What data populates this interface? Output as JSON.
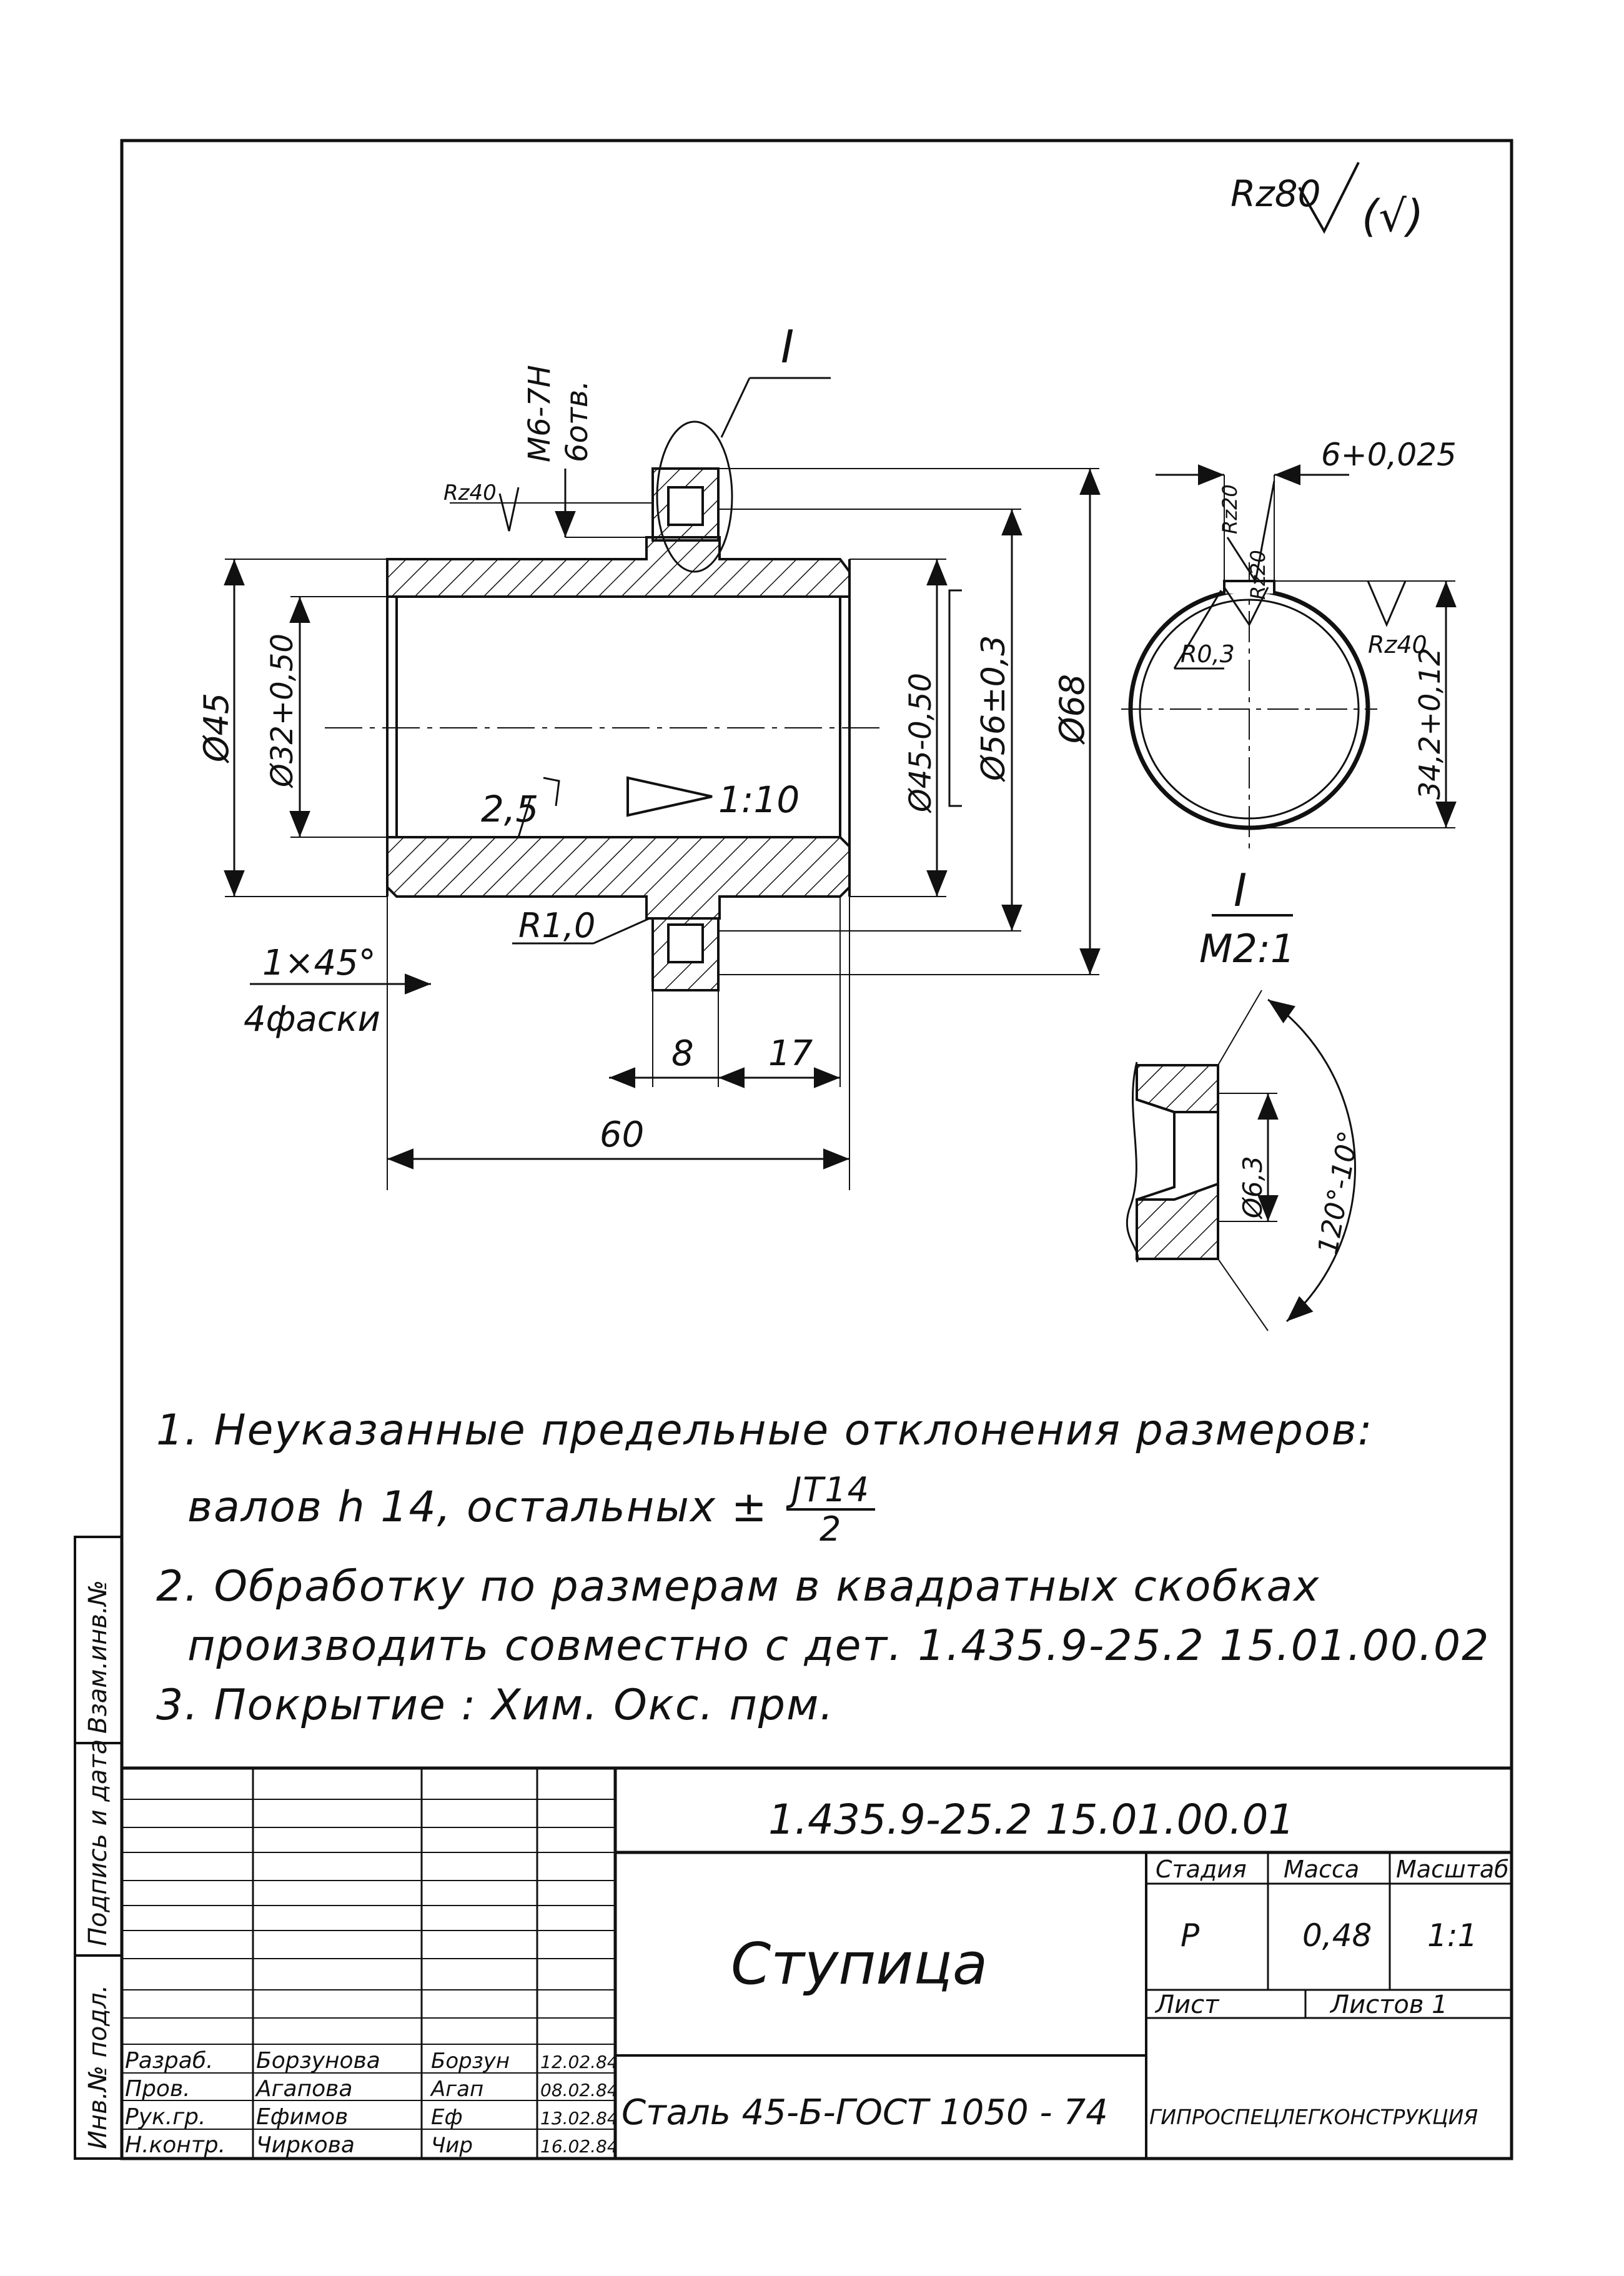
{
  "drawing": {
    "roughness_symbol": "Rz80",
    "roughness_symbol_paren": "(√)",
    "section_mark": "I",
    "detail_label": "I",
    "detail_scale": "M2:1",
    "dims": {
      "thread": "M6-7H",
      "thread_holes": "6отв.",
      "rz40_left": "Rz40",
      "d45_outer": "Ø45",
      "d32_bore": "Ø32+0,50",
      "taper_value": "2,5",
      "taper_ratio": "1:10",
      "d45_tol": "Ø45-0,50",
      "d56_bracket": "Ø56±0,3",
      "d68": "Ø68",
      "r10": "R1,0",
      "chamfer": "1×45°",
      "chamfer_count": "4фаски",
      "dim8": "8",
      "dim17": "17",
      "dim60": "60",
      "key_width": "6+0,025",
      "rz20_a": "Rz20",
      "rz20_b": "Rz20",
      "r03": "R0,3",
      "rz40_right": "Rz40",
      "key_depth": "34,2+0,12",
      "d63": "Ø6,3",
      "angle": "120°-10°"
    }
  },
  "notes": {
    "line1": "1. Неуказанные   предельные   отклонения   размеров:",
    "line2": "валов   h 14,   остальных ±",
    "it_num": "JT14",
    "it_den": "2",
    "line3": "2. Обработку   по   размерам   в   квадратных   скобках",
    "line4": "производить   совместно  с  дет.  1.435.9-25.2  15.01.00.02",
    "line5": "3. Покрытие :   Хим.  Окс.  прм."
  },
  "side": {
    "inv_orig": "Инв.№ подл.",
    "sign_date": "Подпись и дата",
    "replace_inv": "Взам.инв.№"
  },
  "title_block": {
    "doc_number": "1.435.9-25.2   15.01.00.01",
    "part_name": "Ступица",
    "material": "Сталь 45-Б-ГОСТ 1050 - 74",
    "col_stage": "Стадия",
    "col_mass": "Масса",
    "col_scale": "Масштаб",
    "stage": "Р",
    "mass": "0,48",
    "scale": "1:1",
    "sheet": "Лист",
    "sheets": "Листов 1",
    "org": "ГИПРОСПЕЦЛЕГКОНСТРУКЦИЯ",
    "people": [
      {
        "role": "Разраб.",
        "name": "Борзунова",
        "sign": "Борзун",
        "date": "12.02.84"
      },
      {
        "role": "Пров.",
        "name": "Агапова",
        "sign": "Агап",
        "date": "08.02.84"
      },
      {
        "role": "Рук.гр.",
        "name": "Ефимов",
        "sign": "Еф",
        "date": "13.02.84"
      },
      {
        "role": "Н.контр.",
        "name": "Чиркова",
        "sign": "Чир",
        "date": "16.02.84"
      }
    ]
  }
}
